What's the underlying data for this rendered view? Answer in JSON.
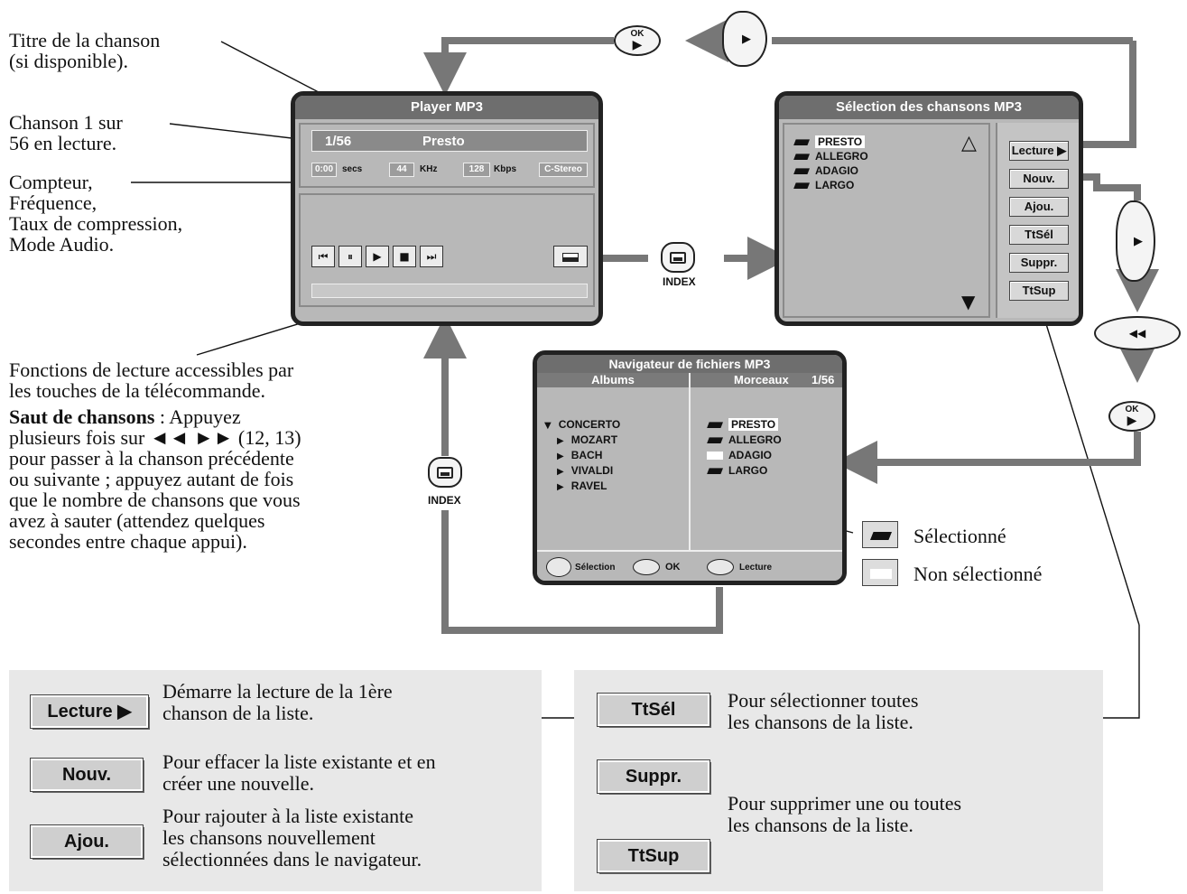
{
  "annotations": {
    "title_callout": [
      "Titre de la chanson",
      "(si disponible)."
    ],
    "chanson_callout": [
      "Chanson 1 sur",
      "56 en lecture."
    ],
    "compteur_callout": [
      "Compteur,",
      "Fréquence,",
      "Taux de compression,",
      "Mode Audio."
    ],
    "fonctions": [
      "Fonctions de lecture accessibles par",
      "les touches de la télécommande."
    ],
    "saut_bold": "Saut de chansons",
    "saut_lines": [
      " : Appuyez",
      "plusieurs fois sur ◄◄ ►► (12, 13)",
      "pour passer à la chanson précédente",
      "ou suivante ; appuyez autant de fois",
      "que le nombre de chansons que vous",
      "avez à sauter (attendez quelques",
      "secondes entre chaque appui)."
    ]
  },
  "player": {
    "title": "Player MP3",
    "track": "1/56",
    "song": "Presto",
    "counter": "0:00",
    "counter_unit": "secs",
    "freq": "44",
    "freq_unit": "KHz",
    "rate": "128",
    "rate_unit": "Kbps",
    "mode": "C-Stereo",
    "controls": [
      "⏮",
      "⏸",
      "▶",
      "■",
      "⏭"
    ]
  },
  "selection": {
    "title": "Sélection des chansons MP3",
    "songs": [
      "PRESTO",
      "ALLEGRO",
      "ADAGIO",
      "LARGO"
    ],
    "buttons": [
      "Lecture ▶",
      "Nouv.",
      "Ajou.",
      "TtSél",
      "Suppr.",
      "TtSup"
    ]
  },
  "navigator": {
    "title": "Navigateur de fichiers MP3",
    "albums_header": "Albums",
    "tracks_header": "Morceaux",
    "tracks_count": "1/56",
    "albums": [
      "CONCERTO",
      "MOZART",
      "BACH",
      "VIVALDI",
      "RAVEL"
    ],
    "tracks": [
      "PRESTO",
      "ALLEGRO",
      "ADAGIO",
      "LARGO"
    ],
    "footer_selection": "Sélection",
    "footer_ok": "OK",
    "footer_lecture": "Lecture"
  },
  "remote": {
    "ok": "OK",
    "index": "INDEX"
  },
  "legend": {
    "selected": "Sélectionné",
    "not_selected": "Non sélectionné"
  },
  "left_box": {
    "items": [
      {
        "button": "Lecture ▶",
        "text": [
          "Démarre la lecture de la 1ère",
          "chanson de la liste."
        ]
      },
      {
        "button": "Nouv.",
        "text": [
          "Pour effacer la liste existante et en",
          "créer une nouvelle."
        ]
      },
      {
        "button": "Ajou.",
        "text": [
          "Pour rajouter à la liste existante",
          "les chansons nouvellement",
          "sélectionnées dans le navigateur."
        ]
      }
    ]
  },
  "right_box": {
    "ttsel": "TtSél",
    "ttsel_text": [
      "Pour sélectionner toutes",
      "les chansons de la liste."
    ],
    "suppr": "Suppr.",
    "ttsup": "TtSup",
    "suppr_text": [
      "Pour supprimer une ou toutes",
      "les chansons de la liste."
    ]
  },
  "colors": {
    "screen_bg": "#b8b8b8",
    "title_bar": "#6e6e6e",
    "arrow": "#777777",
    "box_bg": "#e8e8e8"
  }
}
